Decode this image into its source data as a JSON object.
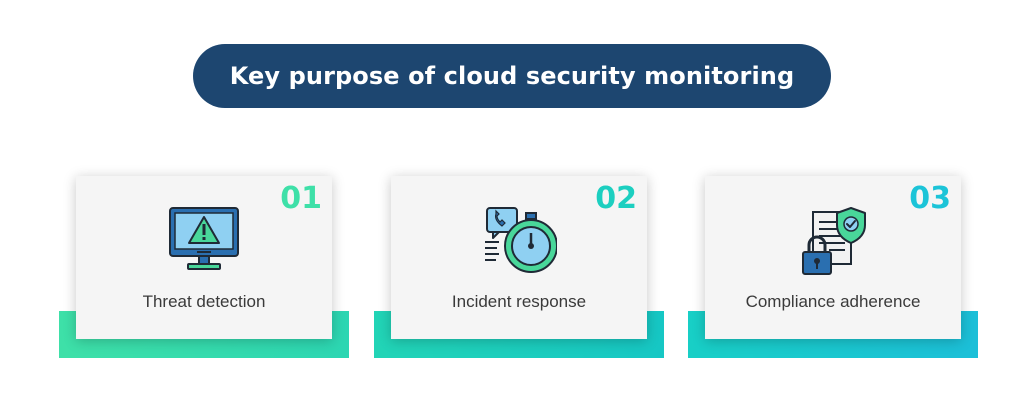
{
  "header": {
    "title": "Key purpose of cloud security monitoring"
  },
  "colors": {
    "title_bg": "#1d4670",
    "accent_1": "#3ee0a8",
    "accent_2": "#1ccfc0",
    "accent_3": "#1cc4d8"
  },
  "cards": [
    {
      "number": "01",
      "label": "Threat detection",
      "icon": "monitor-warning-icon"
    },
    {
      "number": "02",
      "label": "Incident response",
      "icon": "stopwatch-phone-icon"
    },
    {
      "number": "03",
      "label": "Compliance adherence",
      "icon": "document-shield-lock-icon"
    }
  ]
}
